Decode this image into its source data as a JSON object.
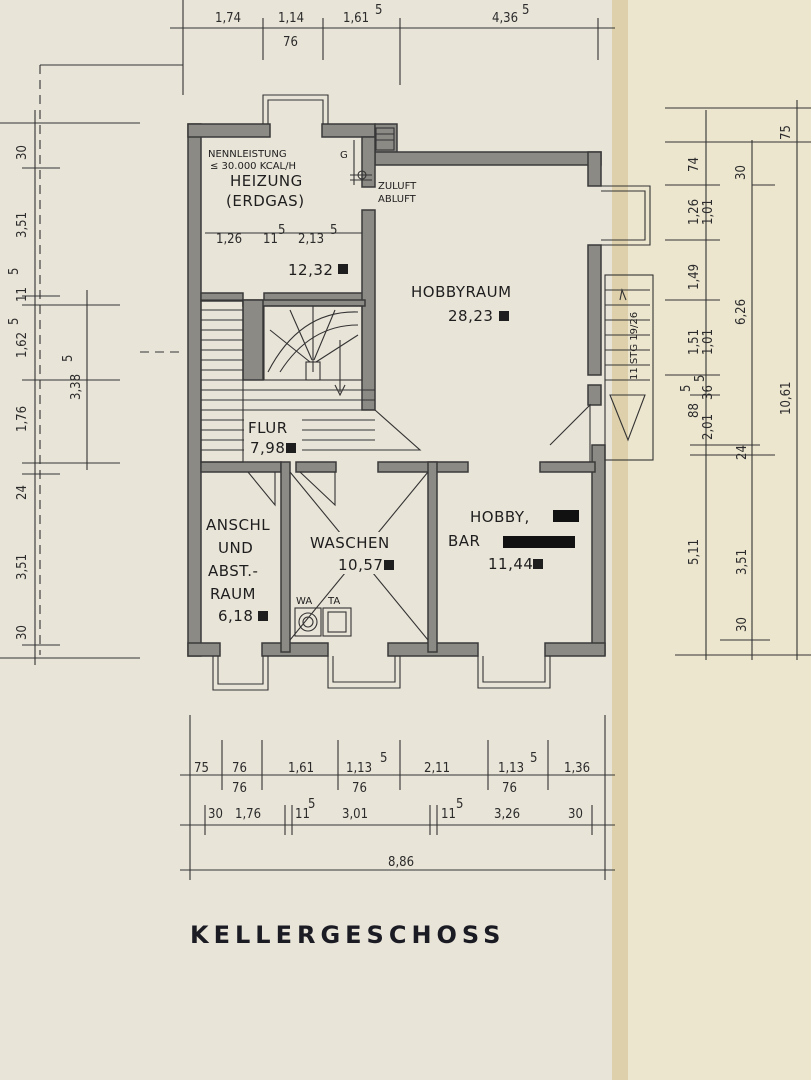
{
  "title": "KELLERGESCHOSS",
  "rooms": {
    "heizung": {
      "nennleistung": "NENNLEISTUNG",
      "kcal": "≤ 30.000 KCAL/H",
      "name1": "HEIZUNG",
      "name2": "(ERDGAS)",
      "area": "12,32",
      "zuluft": "ZULUFT",
      "abluft": "ABLUFT",
      "g": "G"
    },
    "hobbyraum": {
      "name": "HOBBYRAUM",
      "area": "28,23"
    },
    "flur": {
      "name": "FLUR",
      "area": "7,98"
    },
    "anschl": {
      "line1": "ANSCHL",
      "line2": "UND",
      "line3": "ABST.-",
      "line4": "RAUM",
      "area": "6,18"
    },
    "waschen": {
      "name": "WASCHEN",
      "area": "10,57",
      "wa": "WA",
      "ta": "TA"
    },
    "hobbybar": {
      "line1": "HOBBY,",
      "line2": "BAR",
      "area": "11,44"
    }
  },
  "stair_label": "11 STG 19/26",
  "dims_top": [
    "1,74",
    "1,14",
    "76",
    "1,61",
    "5",
    "4,36",
    "5"
  ],
  "dims_left": [
    "30",
    "3,51",
    "11",
    "5",
    "1,62",
    "5",
    "3,38",
    "5",
    "1,76",
    "24",
    "3,51",
    "30"
  ],
  "dims_room_heizung": [
    "1,26",
    "11",
    "5",
    "2,13",
    "5"
  ],
  "dims_right_inner": [
    "74",
    "1,26",
    "1,01",
    "1,49",
    "1,51",
    "1,01",
    "88",
    "5",
    "36",
    "5",
    "2,01",
    "24",
    "5,11",
    "3,51",
    "30"
  ],
  "dims_right_outer": [
    "75",
    "30",
    "6,26",
    "10,61"
  ],
  "dims_bottom1": [
    "75",
    "76",
    "76",
    "1,61",
    "1,13",
    "5",
    "76",
    "2,11",
    "1,13",
    "5",
    "76",
    "1,36"
  ],
  "dims_bottom2": [
    "30",
    "1,76",
    "11",
    "5",
    "3,01",
    "11",
    "5",
    "3,26",
    "30"
  ],
  "dims_total": "8,86"
}
